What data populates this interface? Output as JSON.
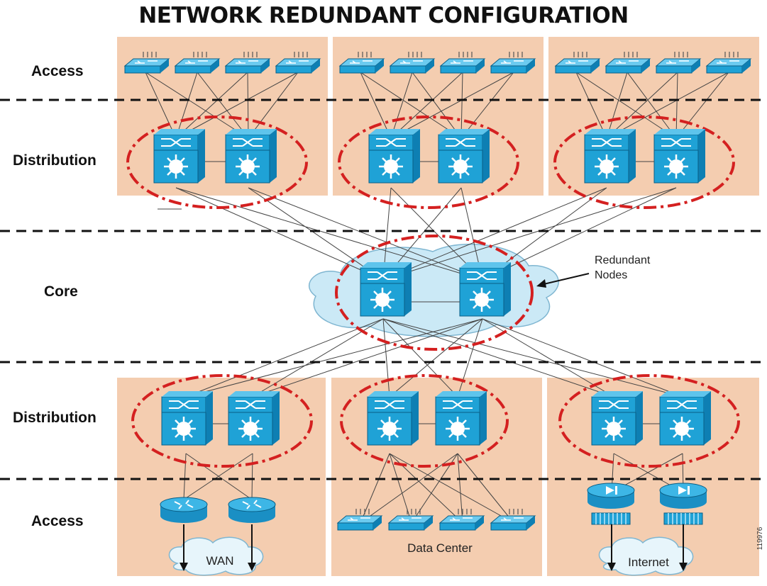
{
  "title": "NETWORK REDUNDANT CONFIGURATION",
  "layers": {
    "access_top": "Access",
    "distribution_top": "Distribution",
    "core": "Core",
    "distribution_bottom": "Distribution",
    "access_bottom": "Access"
  },
  "annotations": {
    "redundant_nodes_line1": "Redundant",
    "redundant_nodes_line2": "Nodes",
    "figure_id": "119976"
  },
  "clouds": {
    "wan": "WAN",
    "data_center": "Data Center",
    "internet": "Internet"
  },
  "icons": {
    "access_switch": "access-switch-icon",
    "multilayer_switch": "multilayer-switch-icon",
    "router": "router-icon",
    "firewall": "firewall-icon",
    "cloud": "cloud-icon"
  },
  "colors": {
    "panel": "#f4cdb0",
    "device": "#1fa2d6",
    "redundancy_ring": "#d42020",
    "cloud": "#cbe9f6"
  }
}
